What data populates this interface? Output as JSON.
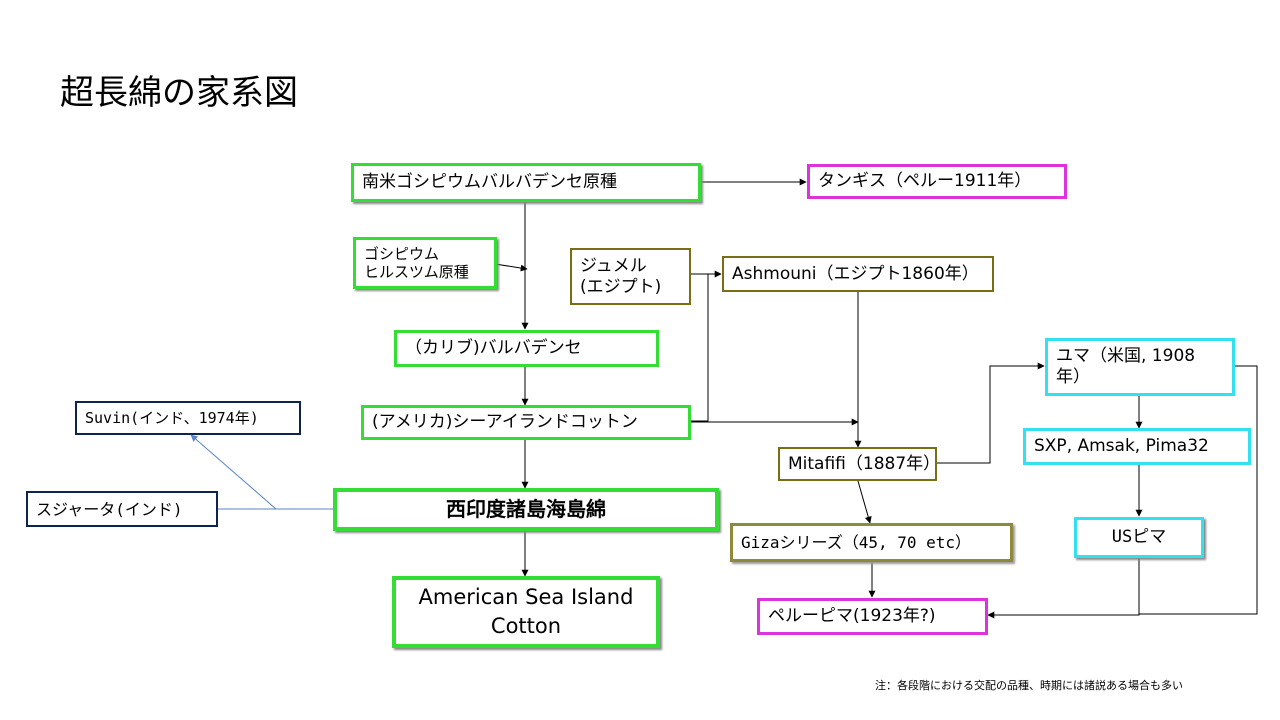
{
  "slide": {
    "title": "超長綿の家系図",
    "note": "注：各段階における交配の品種、時期には諸説ある場合も多い"
  },
  "nodes": {
    "south_american_origin": "南米ゴシピウムバルバデンセ原種",
    "tanguis": "タンギス（ペルー1911年）",
    "hirsutum_line1": "ゴシピウム",
    "hirsutum_line2": "ヒルスツム原種",
    "jumel_line1": "ジュメル",
    "jumel_line2": "(エジプト)",
    "ashmouni": "Ashmouni（エジプト1860年）",
    "caribbean_barbadense": "（カリブ)バルバデンセ",
    "american_sea_island_jp": "(アメリカ)シーアイランドコットン",
    "yuma_line1": "ユマ（米国, 1908",
    "yuma_line2": "年）",
    "suvin": "Suvin(インド、1974年)",
    "sxp": "SXP, Amsak, Pima32",
    "mitafifi": "Mitafifi（1887年）",
    "sujata": "スジャータ(インド)",
    "west_indian_sea_island": "西印度諸島海島綿",
    "giza": "Gizaシリーズ（45, 70 etc）",
    "us_pima": "USピマ",
    "american_sea_island_line1": "American Sea Island",
    "american_sea_island_line2": "Cotton",
    "peru_pima": "ペルーピマ(1923年?)"
  },
  "colors": {
    "green_border": "#33dd33",
    "magenta_border": "#dd33dd",
    "olive_border": "#7a6e14",
    "cyan_border": "#33e0f0",
    "navy_border": "#0d2450",
    "blue_connector": "#5b86c5"
  }
}
